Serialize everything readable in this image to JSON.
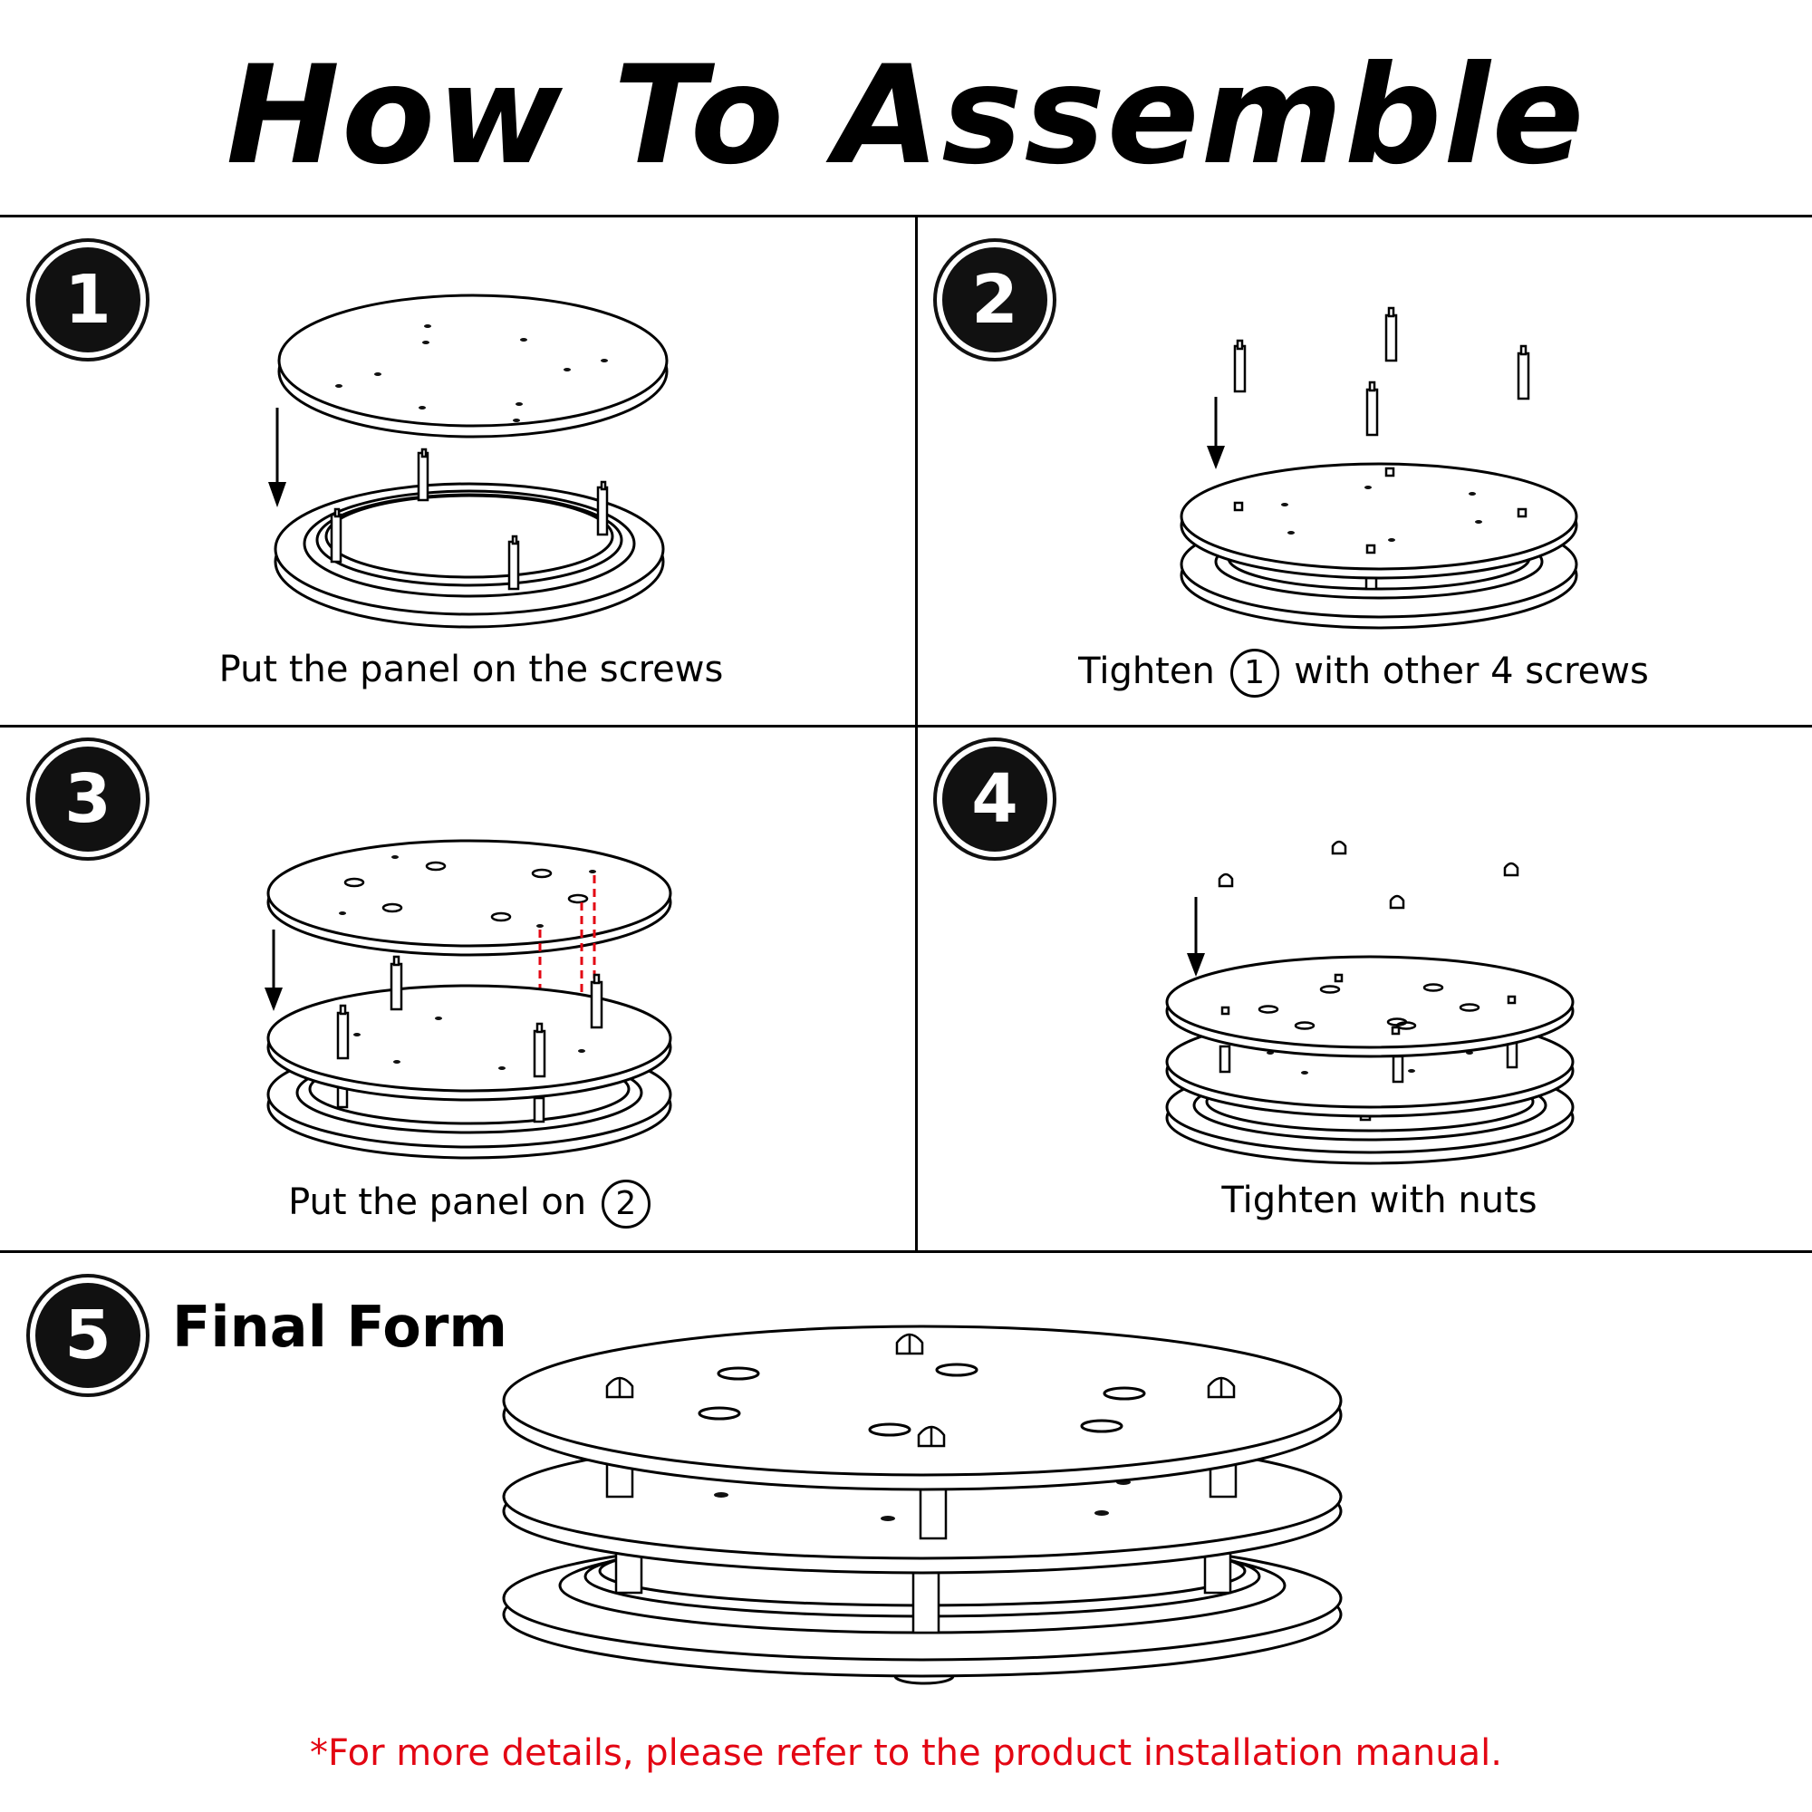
{
  "title": "How To Assemble",
  "steps": [
    {
      "number": "1",
      "caption": "Put the panel on the screws"
    },
    {
      "number": "2",
      "caption_before": "Tighten",
      "ref": "1",
      "caption_after": "with other 4 screws"
    },
    {
      "number": "3",
      "caption_before": "Put the panel on",
      "ref": "2"
    },
    {
      "number": "4",
      "caption": "Tighten with nuts"
    },
    {
      "number": "5",
      "caption": "Final Form"
    }
  ],
  "footnote": "*For more details, please refer to the product installation manual.",
  "colors": {
    "line": "#000000",
    "accent": "#e30613",
    "badge": "#111111"
  }
}
